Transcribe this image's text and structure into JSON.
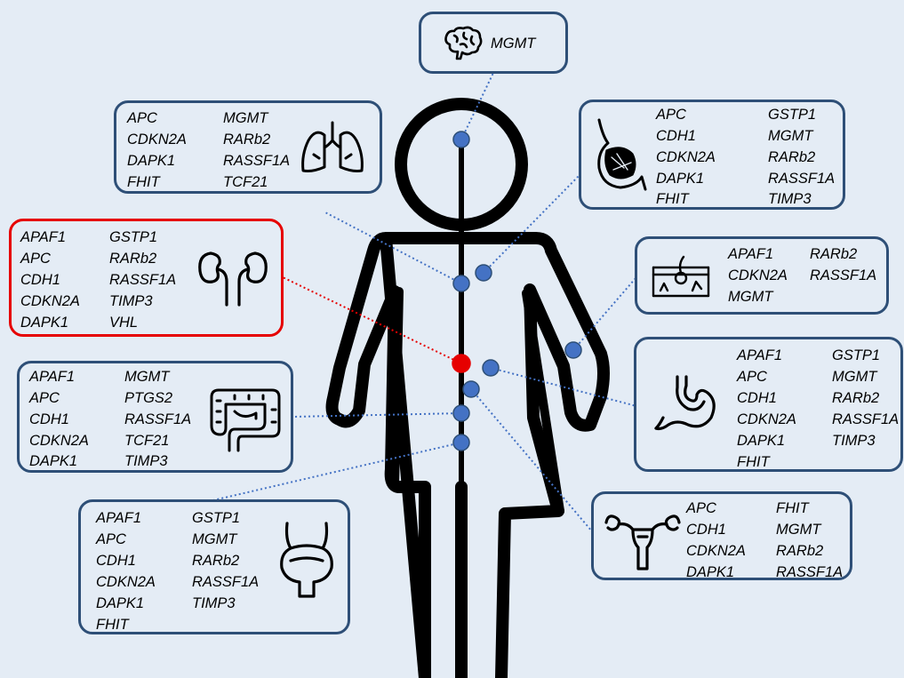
{
  "colors": {
    "background": "#e4ecf5",
    "panel_border": "#2e4f77",
    "highlight": "#e60000",
    "dot": "#4472c4",
    "body_outline": "#000000"
  },
  "panels": [
    {
      "organ": "brain",
      "icon": "brain-icon",
      "highlight": false,
      "col1": [
        "MGMT"
      ],
      "col2": []
    },
    {
      "organ": "lung",
      "icon": "lungs-icon",
      "highlight": false,
      "col1": [
        "APC",
        "CDKN2A",
        "DAPK1",
        "FHIT"
      ],
      "col2": [
        "MGMT",
        "RARb2",
        "RASSF1A",
        "TCF21"
      ]
    },
    {
      "organ": "breast",
      "icon": "breast-icon",
      "highlight": false,
      "col1": [
        "APC",
        "CDH1",
        "CDKN2A",
        "DAPK1",
        "FHIT"
      ],
      "col2": [
        "GSTP1",
        "MGMT",
        "RARb2",
        "RASSF1A",
        "TIMP3"
      ]
    },
    {
      "organ": "kidney",
      "icon": "kidneys-icon",
      "highlight": true,
      "col1": [
        "APAF1",
        "APC",
        "CDH1",
        "CDKN2A",
        "DAPK1"
      ],
      "col2": [
        "GSTP1",
        "RARb2",
        "RASSF1A",
        "TIMP3",
        "VHL"
      ]
    },
    {
      "organ": "skin",
      "icon": "skin-icon",
      "highlight": false,
      "col1": [
        "APAF1",
        "CDKN2A",
        "MGMT"
      ],
      "col2": [
        "RARb2",
        "RASSF1A"
      ]
    },
    {
      "organ": "colon",
      "icon": "colon-icon",
      "highlight": false,
      "col1": [
        "APAF1",
        "APC",
        "CDH1",
        "CDKN2A",
        "DAPK1"
      ],
      "col2": [
        "MGMT",
        "PTGS2",
        "RASSF1A",
        "TCF21",
        "TIMP3"
      ]
    },
    {
      "organ": "stomach",
      "icon": "stomach-icon",
      "highlight": false,
      "col1": [
        "APAF1",
        "APC",
        "CDH1",
        "CDKN2A",
        "DAPK1",
        "FHIT"
      ],
      "col2": [
        "GSTP1",
        "MGMT",
        "RARb2",
        "RASSF1A",
        "TIMP3"
      ]
    },
    {
      "organ": "bladder",
      "icon": "bladder-icon",
      "highlight": false,
      "col1": [
        "APAF1",
        "APC",
        "CDH1",
        "CDKN2A",
        "DAPK1",
        "FHIT"
      ],
      "col2": [
        "GSTP1",
        "MGMT",
        "RARb2",
        "RASSF1A",
        "TIMP3"
      ]
    },
    {
      "organ": "uterus",
      "icon": "uterus-icon",
      "highlight": false,
      "col1": [
        "APC",
        "CDH1",
        "CDKN2A",
        "DAPK1"
      ],
      "col2": [
        "FHIT",
        "MGMT",
        "RARb2",
        "RASSF1A"
      ]
    }
  ]
}
